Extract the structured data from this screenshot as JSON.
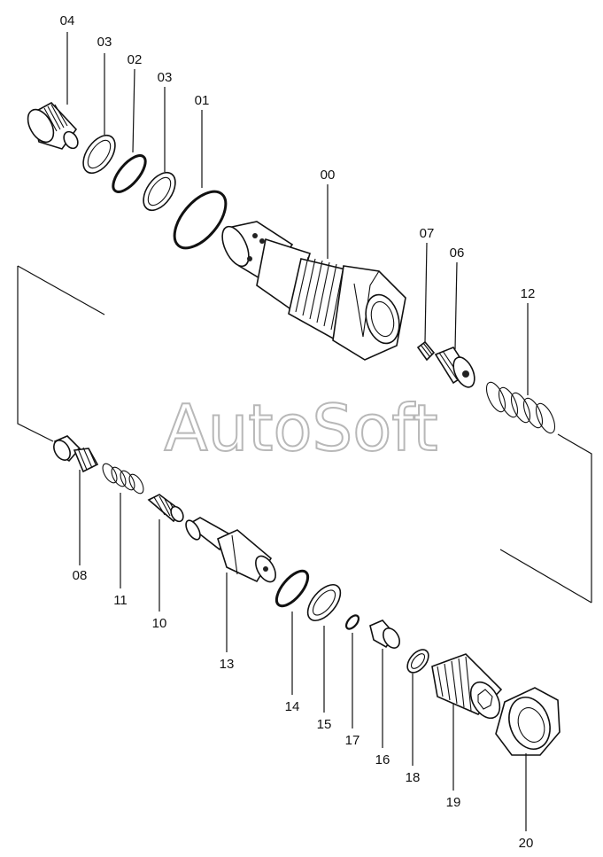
{
  "watermark": "AutoSoft",
  "parts": [
    {
      "id": "p00",
      "label": "00"
    },
    {
      "id": "p01",
      "label": "01"
    },
    {
      "id": "p02",
      "label": "02"
    },
    {
      "id": "p03a",
      "label": "03"
    },
    {
      "id": "p03b",
      "label": "03"
    },
    {
      "id": "p04",
      "label": "04"
    },
    {
      "id": "p06",
      "label": "06"
    },
    {
      "id": "p07",
      "label": "07"
    },
    {
      "id": "p08",
      "label": "08"
    },
    {
      "id": "p10",
      "label": "10"
    },
    {
      "id": "p11",
      "label": "11"
    },
    {
      "id": "p12",
      "label": "12"
    },
    {
      "id": "p13",
      "label": "13"
    },
    {
      "id": "p14",
      "label": "14"
    },
    {
      "id": "p15",
      "label": "15"
    },
    {
      "id": "p16",
      "label": "16"
    },
    {
      "id": "p17",
      "label": "17"
    },
    {
      "id": "p18",
      "label": "18"
    },
    {
      "id": "p19",
      "label": "19"
    },
    {
      "id": "p20",
      "label": "20"
    }
  ]
}
